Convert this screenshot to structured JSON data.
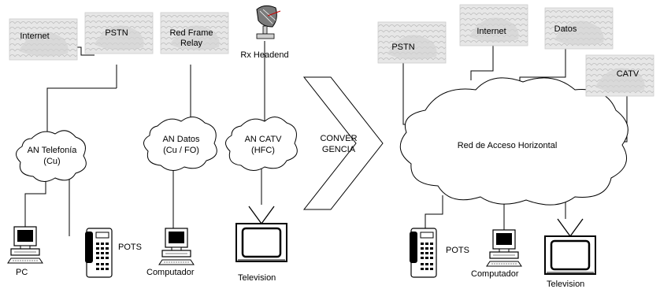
{
  "left": {
    "internet": "Internet",
    "pstn": "PSTN",
    "frame_relay_1": "Red Frame",
    "frame_relay_2": "Relay",
    "rx_headend": "Rx Headend",
    "an_telefonia_1": "AN Telefonía",
    "an_telefonia_2": "(Cu)",
    "an_datos_1": "AN Datos",
    "an_datos_2": "(Cu /  FO)",
    "an_catv_1": "AN CATV",
    "an_catv_2": "(HFC)",
    "pc": "PC",
    "pots": "POTS",
    "computador": "Computador",
    "television": "Television"
  },
  "arrow": {
    "line1": "CONVER",
    "line2": "GENCIA"
  },
  "right": {
    "pstn": "PSTN",
    "internet": "Internet",
    "datos": "Datos",
    "catv": "CATV",
    "network": "Red de Acceso Horizontal",
    "pots": "POTS",
    "computador": "Computador",
    "television": "Television"
  }
}
